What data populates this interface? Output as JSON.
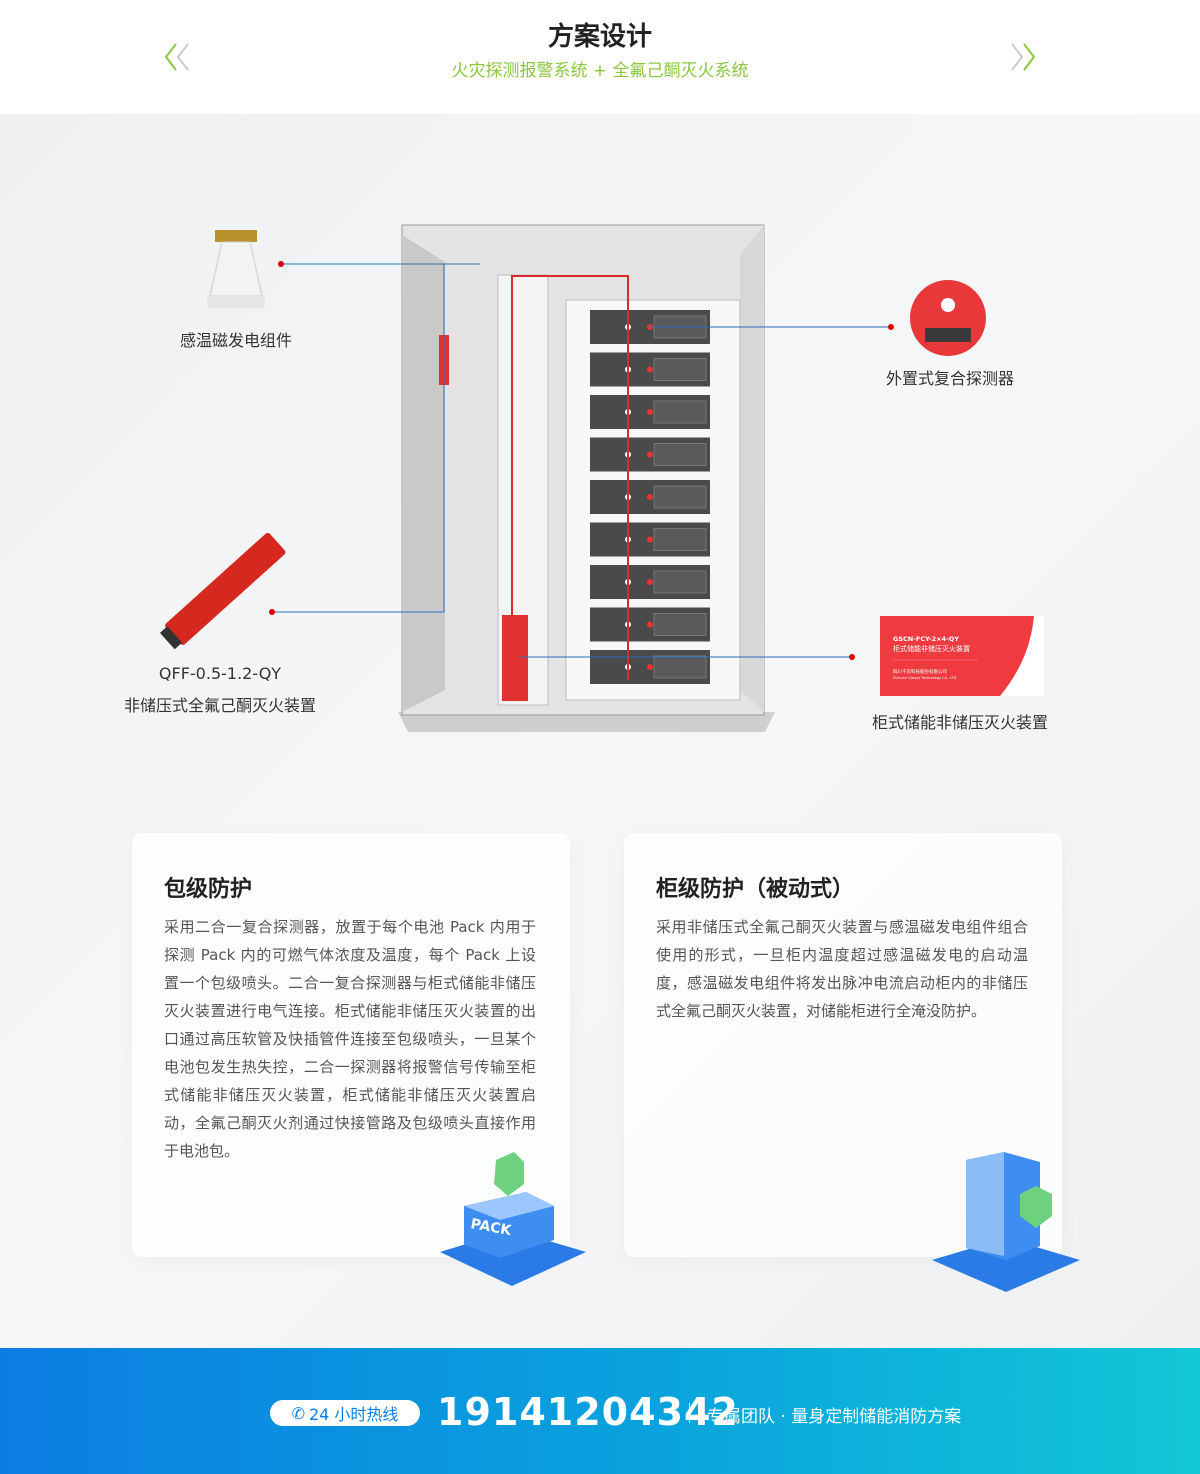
{
  "header": {
    "title": "方案设计",
    "subtitle": "火灾探测报警系统 + 全氟己酮灭火系统",
    "prev_icon": "double-chevron-left-icon",
    "next_icon": "double-chevron-right-icon",
    "accent": "#8cc63f"
  },
  "diagram": {
    "labels": {
      "thermal": "感温磁发电组件",
      "detector": "外置式复合探测器",
      "qff_model": "QFF-0.5-1.2-QY",
      "qff_name": "非储压式全氟己酮灭火装置",
      "cabinet_device": "柜式储能非储压灭火装置"
    },
    "device_panel": {
      "model": "GSCN-FCY-2×4-QY",
      "name": "柜式储能非储压灭火装置",
      "company": "四川千页科技股份有限公司",
      "company_en": "Sichuan Qianye Technology Co., LTD"
    }
  },
  "cards": [
    {
      "title": "包级防护",
      "text": "采用二合一复合探测器，放置于每个电池 Pack 内用于探测 Pack 内的可燃气体浓度及温度，每个 Pack 上设置一个包级喷头。二合一复合探测器与柜式储能非储压灭火装置进行电气连接。柜式储能非储压灭火装置的出口通过高压软管及快插管件连接至包级喷头，一旦某个电池包发生热失控，二合一探测器将报警信号传输至柜式储能非储压灭火装置，柜式储能非储压灭火装置启动，全氟己酮灭火剂通过快接管路及包级喷头直接作用于电池包。",
      "badge": "PACK"
    },
    {
      "title": "柜级防护（被动式）",
      "text": "采用非储压式全氟己酮灭火装置与感温磁发电组件组合使用的形式，一旦柜内温度超过感温磁发电的启动温度，感温磁发电组件将发出脉冲电流启动柜内的非储压式全氟己酮灭火装置，对储能柜进行全淹没防护。"
    }
  ],
  "footer": {
    "hotline_label": "24 小时热线",
    "phone": "19141204342",
    "slogan": "专属团队 · 量身定制储能消防方案",
    "phone_icon": "phone-icon"
  }
}
